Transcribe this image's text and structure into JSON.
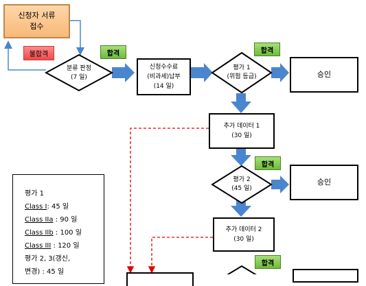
{
  "receipt": {
    "line1": "신청자 서류",
    "line2": "접수"
  },
  "fail_tag": "불합격",
  "review": {
    "line1": "분류 판정",
    "line2": "(7 일)"
  },
  "pass_tag": "합격",
  "fee": {
    "line1": "신청수수료",
    "line2": "(비과세)납부",
    "line3": "(14 일)"
  },
  "eval1": {
    "line1": "평가 1",
    "line2": "(위험 등급)"
  },
  "approve": "승인",
  "extra1": {
    "line1": "추가 데이터 1",
    "line2": "(30 일)"
  },
  "eval2": {
    "line1": "평가 2",
    "line2": "(45 일)"
  },
  "extra2": {
    "line1": "추가 데이터 2",
    "line2": "(30 일)"
  },
  "legend": {
    "title": "평가 1",
    "rows": [
      {
        "cls": "Class I",
        "val": ": 45 일"
      },
      {
        "cls": "Class IIa",
        "val": " : 90 일"
      },
      {
        "cls": "Class IIb",
        "val": " : 100 일"
      },
      {
        "cls": "Class III",
        "val": " : 120 일"
      }
    ],
    "line6": "평가 2, 3(갱신,",
    "line7": "변경) : 45 일"
  },
  "colors": {
    "arrow_blue": "#4a86d0",
    "pass_green": "#7ac943",
    "fail_red": "#ee4a4a",
    "receipt_orange": "#f8b87a",
    "dashed_red": "#e00000"
  }
}
